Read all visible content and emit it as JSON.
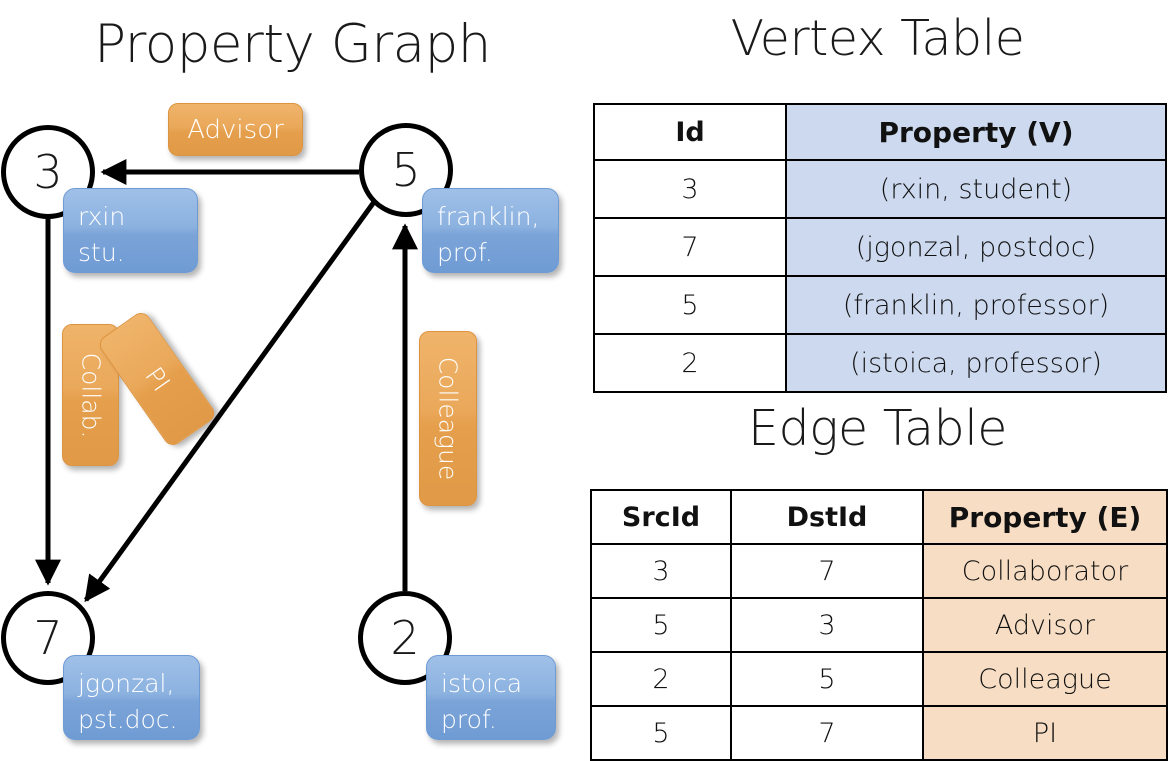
{
  "titles": {
    "property_graph": "Property Graph",
    "vertex_table": "Vertex Table",
    "edge_table": "Edge Table"
  },
  "graph": {
    "vertices": [
      {
        "id": "3",
        "property_line1": "rxin",
        "property_line2": "stu."
      },
      {
        "id": "5",
        "property_line1": "franklin,",
        "property_line2": "prof."
      },
      {
        "id": "7",
        "property_line1": "jgonzal,",
        "property_line2": "pst.doc."
      },
      {
        "id": "2",
        "property_line1": "istoica",
        "property_line2": "prof."
      }
    ],
    "edge_labels": {
      "advisor": "Advisor",
      "collab": "Collab.",
      "pi": "PI",
      "colleague": "Colleague"
    },
    "colors": {
      "vertex_box": "#8cb2e0",
      "edge_label_box": "#eaa85a",
      "stroke": "#000000"
    }
  },
  "vertex_table": {
    "headers": [
      "Id",
      "Property (V)"
    ],
    "rows": [
      [
        "3",
        "(rxin, student)"
      ],
      [
        "7",
        "(jgonzal, postdoc)"
      ],
      [
        "5",
        "(franklin, professor)"
      ],
      [
        "2",
        "(istoica, professor)"
      ]
    ],
    "header_fill": "#ccd9ee"
  },
  "edge_table": {
    "headers": [
      "SrcId",
      "DstId",
      "Property (E)"
    ],
    "rows": [
      [
        "3",
        "7",
        "Collaborator"
      ],
      [
        "5",
        "3",
        "Advisor"
      ],
      [
        "2",
        "5",
        "Colleague"
      ],
      [
        "5",
        "7",
        "PI"
      ]
    ],
    "header_fill": "#f6ddc3"
  }
}
